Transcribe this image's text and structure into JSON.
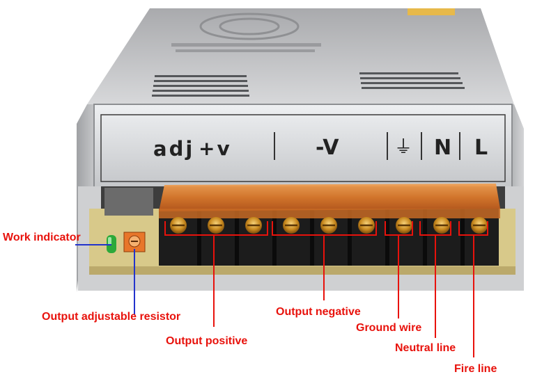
{
  "panel_labels": {
    "adj": "adj",
    "plus_v": "+v",
    "minus_v": "-V",
    "ground_symbol": "⏚",
    "neutral": "N",
    "line": "L"
  },
  "callouts": {
    "work_indicator": "Work indicator",
    "output_adjustable_resistor": "Output adjustable resistor",
    "output_positive": "Output positive",
    "output_negative": "Output negative",
    "ground_wire": "Ground wire",
    "neutral_line": "Neutral line",
    "fire_line": "Fire line"
  },
  "colors": {
    "callout_text": "#e8120c",
    "callout_line_red": "#e8120c",
    "callout_line_blue": "#2233cc",
    "case_silver": "#c9cacc",
    "terminal_cover": "#d9772a",
    "terminal_block": "#1c1c1c",
    "pcb": "#d8c98a"
  }
}
